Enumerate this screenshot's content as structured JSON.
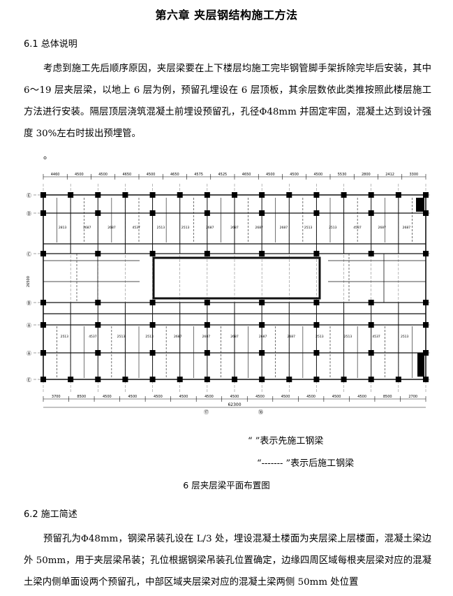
{
  "title": "第六章  夹层钢结构施工方法",
  "section1": {
    "heading": "6.1 总体说明",
    "paragraph": "考虑到施工先后顺序原因，夹层梁要在上下楼层均施工完毕钢管脚手架拆除完毕后安装，其中 6～19 层夹层梁，以地上 6 层为例，预留孔埋设在 6 层顶板，其余层数依此类推按照此楼层施工方法进行安装。隔层顶层浇筑混凝土前埋设预留孔，孔径Φ48mm 并固定牢固，混凝土达到设计强度 30%左右时拔出预埋管。",
    "trailing_mark": "。"
  },
  "figure": {
    "top_dims": [
      "4460",
      "4500",
      "4500",
      "4650",
      "4500",
      "4650",
      "4575",
      "4525",
      "4650",
      "4500",
      "4500",
      "4500",
      "5530",
      "2800",
      "2412",
      "3300"
    ],
    "bottom_dims": [
      "3700",
      "8500",
      "4500",
      "4500",
      "4500",
      "4500",
      "4500",
      "4500",
      "4500",
      "4500",
      "4500",
      "4500",
      "4500",
      "8500",
      "2700"
    ],
    "left_axes": [
      "Ⓔ",
      "Ⓓ",
      "Ⓒ",
      "Ⓑ",
      "Ⓐ",
      "Ⓐ",
      "Ⓔ"
    ],
    "bottom_axes": [
      "⑰",
      "⑱"
    ],
    "overall_dim": "62300",
    "side_dim": "26500",
    "upper_row_dims": [
      "2813",
      "2687",
      "2687",
      "4537",
      "2513",
      "2513",
      "2687",
      "2687",
      "2687",
      "2687",
      "2513",
      "2513",
      "4537",
      "2687",
      "2687"
    ],
    "lower_row_dims": [
      "2513",
      "4537",
      "2513",
      "2513",
      "2687",
      "2687",
      "2687",
      "2687",
      "2687",
      "2513",
      "2513",
      "4537",
      "2513"
    ],
    "legend_solid": "“              ”表示先施工钢梁",
    "legend_dashed": "“------- ”表示后施工钢梁",
    "caption": "6 层夹层梁平面布置图"
  },
  "section2": {
    "heading": "6.2 施工简述",
    "paragraph": "预留孔为Φ48mm，钢梁吊装孔设在 L/3 处，埋设混凝土楼面为夹层梁上层楼面，混凝土梁边外 50mm，用于夹层梁吊装；孔位根据钢梁吊装孔位置确定，边缘四周区域每根夹层梁对应的混凝土梁内侧单面设两个预留孔，中部区域夹层梁对应的混凝土梁两侧 50mm 处位置"
  },
  "colors": {
    "text": "#000000",
    "line": "#111111",
    "grid": "#9a9a9a"
  }
}
